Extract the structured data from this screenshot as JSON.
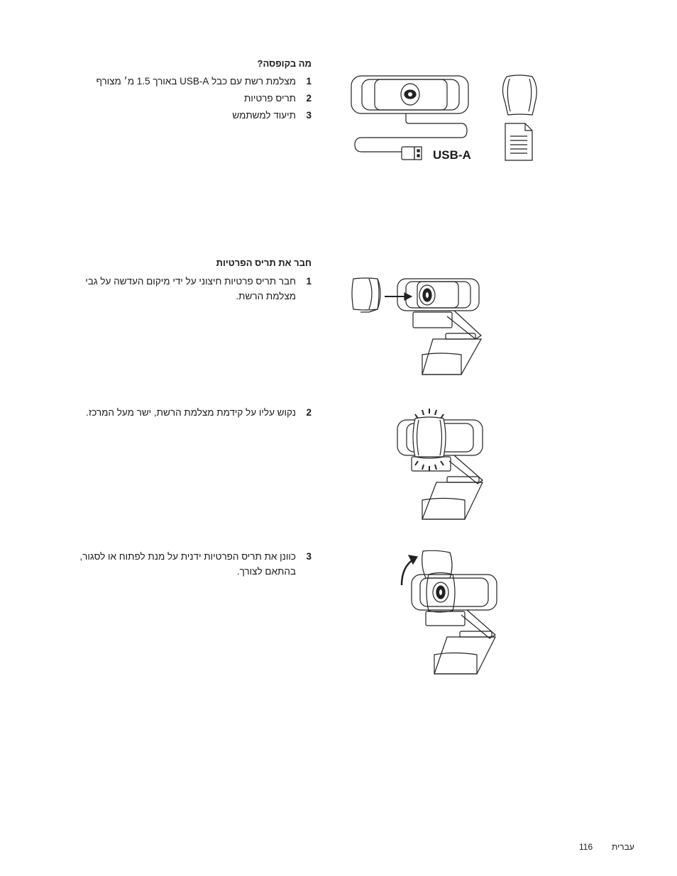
{
  "section1": {
    "heading": "מה בקופסה?",
    "items": [
      {
        "num": "1",
        "text": "מצלמת רשת עם כבל USB-A באורך 1.5 מ׳ מצורף"
      },
      {
        "num": "2",
        "text": "תריס פרטיות"
      },
      {
        "num": "3",
        "text": "תיעוד למשתמש"
      }
    ],
    "usb_label": "USB-A"
  },
  "section2": {
    "heading": "חבר את תריס הפרטיות",
    "steps": [
      {
        "num": "1",
        "text": "חבר תריס פרטיות חיצוני על ידי מיקום העדשה על גבי מצלמת הרשת."
      },
      {
        "num": "2",
        "text": "נקוש עליו על קידמת מצלמת הרשת, ישר מעל המרכז."
      },
      {
        "num": "3",
        "text": "כוונן את תריס הפרטיות ידנית על מנת לפתוח או לסגור, בהתאם לצורך."
      }
    ]
  },
  "footer": {
    "page_number": "116",
    "language": "עברית"
  }
}
